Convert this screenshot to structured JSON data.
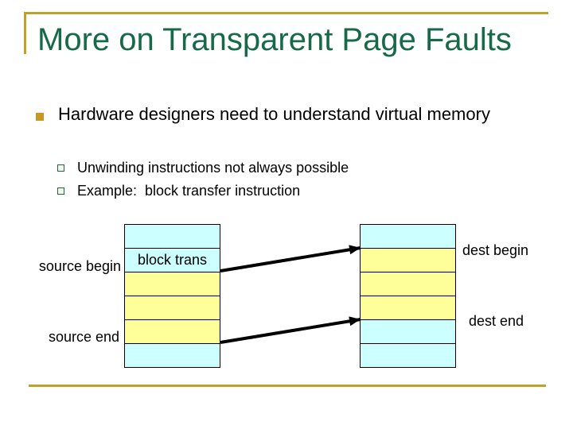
{
  "slide": {
    "title": "More on Transparent Page Faults"
  },
  "bullets": {
    "level1": "Hardware designers need to understand virtual memory",
    "level2": [
      "Unwinding instructions not always possible",
      "Example:  block transfer instruction"
    ]
  },
  "diagram": {
    "source_column": {
      "cells": [
        {
          "color": "cyan",
          "label": ""
        },
        {
          "color": "cyan",
          "label": "block trans"
        },
        {
          "color": "yellow",
          "label": ""
        },
        {
          "color": "yellow",
          "label": ""
        },
        {
          "color": "yellow",
          "label": ""
        },
        {
          "color": "cyan",
          "label": ""
        }
      ],
      "begin_label": "source begin",
      "end_label": "source end"
    },
    "dest_column": {
      "cells": [
        {
          "color": "cyan",
          "label": ""
        },
        {
          "color": "yellow",
          "label": ""
        },
        {
          "color": "yellow",
          "label": ""
        },
        {
          "color": "yellow",
          "label": ""
        },
        {
          "color": "cyan",
          "label": ""
        },
        {
          "color": "cyan",
          "label": ""
        }
      ],
      "begin_label": "dest begin",
      "end_label": "dest end"
    },
    "arrows": [
      {
        "from": "source begin",
        "to": "dest begin"
      },
      {
        "from": "source end",
        "to": "dest end"
      }
    ]
  },
  "colors": {
    "title_green": "#17694A",
    "rule_gold": "#BFA227",
    "bullet_gold": "#C79822",
    "sub_bullet_border": "#2E5E41",
    "sub_bullet_fill": "#EFF8EF",
    "cell_cyan": "#CCFFFF",
    "cell_yellow": "#FFFF99",
    "cell_border": "#000000",
    "arrow_black": "#000000"
  }
}
